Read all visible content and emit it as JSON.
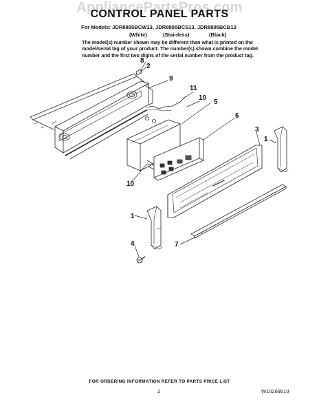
{
  "watermark": "AppliancePartsPros.com",
  "title": "CONTROL PANEL PARTS",
  "models_line": "For Models: JDR8895BCW13, JDR8895BCS13, JDR8895BCB13",
  "colors": [
    "(White)",
    "(Stainless)",
    "(Black)"
  ],
  "note_lines": [
    "The model(s) number shown may be different than what is printed on the",
    "model/serial tag of your product. The number(s) shown combine the model",
    "number and the first two digits of the serial number from the product tag."
  ],
  "callouts": {
    "c1": "1",
    "c2": "2",
    "c3": "3",
    "c4": "4",
    "c5": "5",
    "c6": "6",
    "c7": "7",
    "c8": "8",
    "c9": "9",
    "c10a": "10",
    "c10b": "10",
    "c11": "11"
  },
  "footer": {
    "order_info": "FOR ORDERING INFORMATION REFER TO PARTS PRICE LIST",
    "page_number": "2",
    "doc_code": "W10269510"
  }
}
